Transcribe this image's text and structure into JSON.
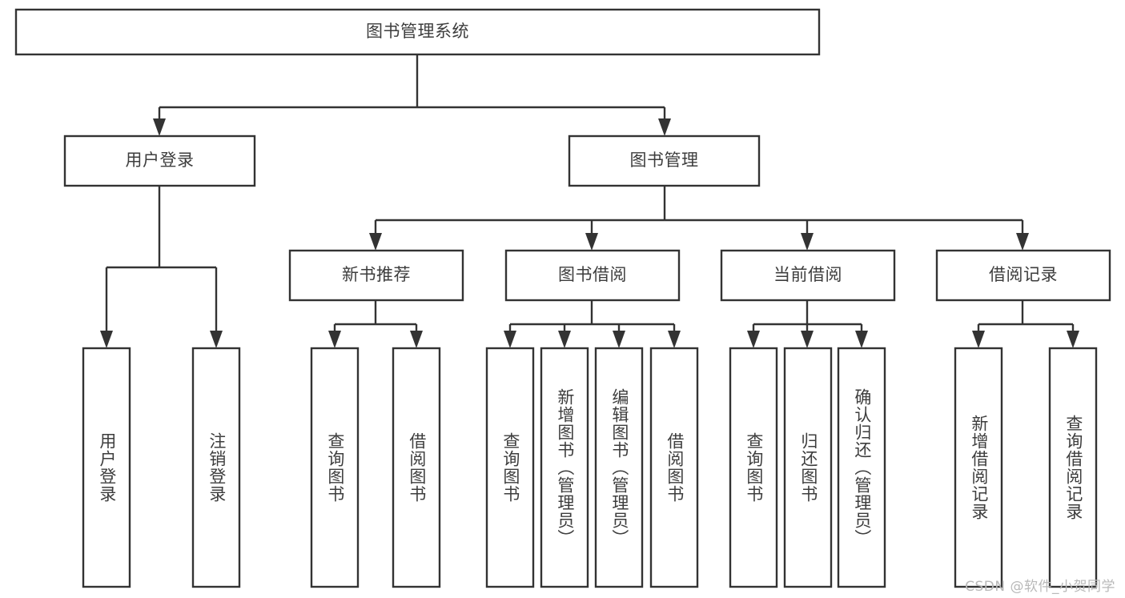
{
  "diagram": {
    "type": "tree-hierarchy",
    "title": "图书管理系统",
    "watermark": "CSDN @软件_小贺同学",
    "colors": {
      "background": "#ffffff",
      "box_fill": "#ffffff",
      "box_stroke": "#333333",
      "text": "#3d3d3d",
      "watermark": "#b9b9b9"
    },
    "levels": {
      "root": "图书管理系统",
      "level2": [
        "用户登录",
        "图书管理"
      ],
      "level3": [
        "新书推荐",
        "图书借阅",
        "当前借阅",
        "借阅记录"
      ],
      "level4": [
        "用户登录",
        "注销登录",
        "查询图书",
        "借阅图书",
        "查询图书",
        "新增图书（管理员）",
        "编辑图书（管理员）",
        "借阅图书",
        "查询图书",
        "归还图书",
        "确认归还（管理员）",
        "新增借阅记录",
        "查询借阅记录"
      ]
    },
    "nodes": {
      "root": {
        "label": "图书管理系统"
      },
      "user_login": {
        "label": "用户登录"
      },
      "book_mgmt": {
        "label": "图书管理"
      },
      "new_book_rec": {
        "label": "新书推荐"
      },
      "book_borrow": {
        "label": "图书借阅"
      },
      "current_borrow": {
        "label": "当前借阅"
      },
      "borrow_record": {
        "label": "借阅记录"
      },
      "leaf_user_login": {
        "label": "用户登录"
      },
      "leaf_logout": {
        "label": "注销登录"
      },
      "leaf_query_book_1": {
        "label": "查询图书"
      },
      "leaf_borrow_book_1": {
        "label": "借阅图书"
      },
      "leaf_query_book_2": {
        "label": "查询图书"
      },
      "leaf_add_book_admin": {
        "label": "新增图书（管理员）"
      },
      "leaf_edit_book_admin": {
        "label": "编辑图书（管理员）"
      },
      "leaf_borrow_book_2": {
        "label": "借阅图书"
      },
      "leaf_query_book_3": {
        "label": "查询图书"
      },
      "leaf_return_book": {
        "label": "归还图书"
      },
      "leaf_confirm_return_admin": {
        "label": "确认归还（管理员）"
      },
      "leaf_add_borrow_record": {
        "label": "新增借阅记录"
      },
      "leaf_query_borrow_record": {
        "label": "查询借阅记录"
      }
    },
    "edges": [
      {
        "from": "root",
        "to": "user_login"
      },
      {
        "from": "root",
        "to": "book_mgmt"
      },
      {
        "from": "user_login",
        "to": "leaf_user_login"
      },
      {
        "from": "user_login",
        "to": "leaf_logout"
      },
      {
        "from": "book_mgmt",
        "to": "new_book_rec"
      },
      {
        "from": "book_mgmt",
        "to": "book_borrow"
      },
      {
        "from": "book_mgmt",
        "to": "current_borrow"
      },
      {
        "from": "book_mgmt",
        "to": "borrow_record"
      },
      {
        "from": "new_book_rec",
        "to": "leaf_query_book_1"
      },
      {
        "from": "new_book_rec",
        "to": "leaf_borrow_book_1"
      },
      {
        "from": "book_borrow",
        "to": "leaf_query_book_2"
      },
      {
        "from": "book_borrow",
        "to": "leaf_add_book_admin"
      },
      {
        "from": "book_borrow",
        "to": "leaf_edit_book_admin"
      },
      {
        "from": "book_borrow",
        "to": "leaf_borrow_book_2"
      },
      {
        "from": "current_borrow",
        "to": "leaf_query_book_3"
      },
      {
        "from": "current_borrow",
        "to": "leaf_return_book"
      },
      {
        "from": "current_borrow",
        "to": "leaf_confirm_return_admin"
      },
      {
        "from": "borrow_record",
        "to": "leaf_add_borrow_record"
      },
      {
        "from": "borrow_record",
        "to": "leaf_query_borrow_record"
      }
    ]
  }
}
